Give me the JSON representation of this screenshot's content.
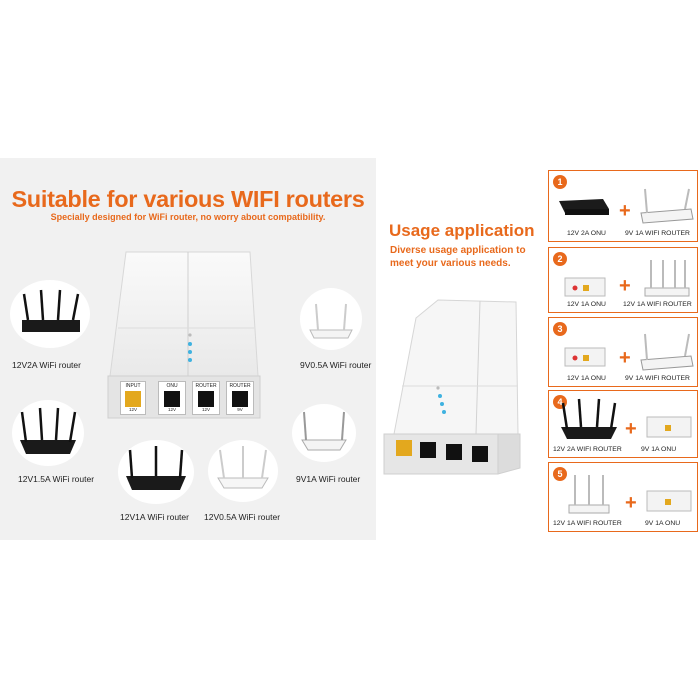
{
  "left": {
    "title": "Suitable for various WIFI routers",
    "subtitle": "Specially designed for WiFi router, no worry about compatibility.",
    "routers": [
      {
        "label": "12V2A WiFi router"
      },
      {
        "label": "9V0.5A WiFi router"
      },
      {
        "label": "12V1.5A WiFi router"
      },
      {
        "label": "9V1A WiFi router"
      },
      {
        "label": "12V1A WiFi router"
      },
      {
        "label": "12V0.5A WiFi router"
      }
    ],
    "device_ports": [
      {
        "name": "INPUT",
        "voltage": "12V"
      },
      {
        "name": "ONU",
        "voltage": "12V"
      },
      {
        "name": "ROUTER",
        "voltage": "12V"
      },
      {
        "name": "ROUTER",
        "voltage": "9V"
      }
    ]
  },
  "usage": {
    "title": "Usage application",
    "subtitle": "Diverse usage application to meet your various needs.",
    "items": [
      {
        "number": "1",
        "left_label": "12V 2A ONU",
        "right_label": "9V 1A WIFI ROUTER"
      },
      {
        "number": "2",
        "left_label": "12V 1A ONU",
        "right_label": "12V 1A WIFI ROUTER"
      },
      {
        "number": "3",
        "left_label": "12V 1A ONU",
        "right_label": "9V 1A WIFI ROUTER"
      },
      {
        "number": "4",
        "left_label": "12V 2A WIFI ROUTER",
        "right_label": "9V 1A ONU"
      },
      {
        "number": "5",
        "left_label": "12V 1A WIFI ROUTER",
        "right_label": "9V 1A ONU"
      }
    ]
  },
  "colors": {
    "accent": "#e8691c",
    "panel": "#f1f1f1",
    "port_input": "#e3a81e"
  }
}
